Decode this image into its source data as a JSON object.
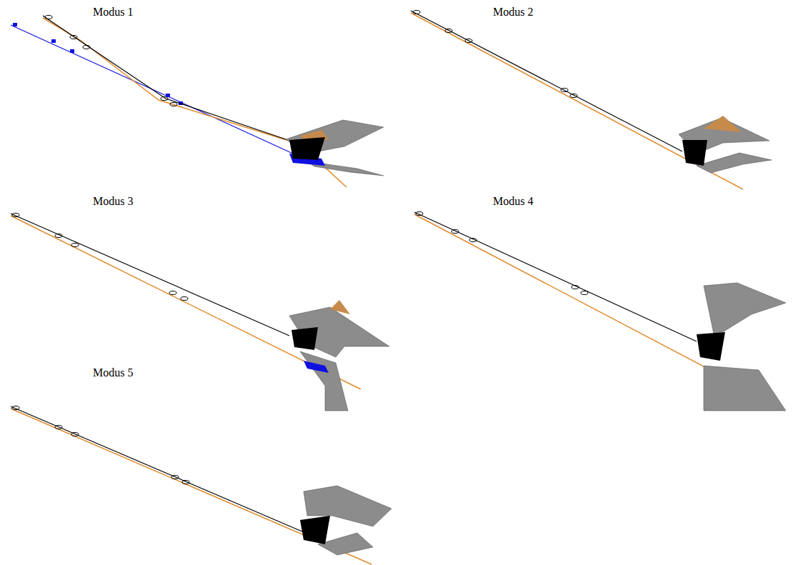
{
  "diagram": {
    "labels": [
      "Modus 1",
      "Modus 2",
      "Modus 3",
      "Modus 4",
      "Modus 5"
    ]
  }
}
